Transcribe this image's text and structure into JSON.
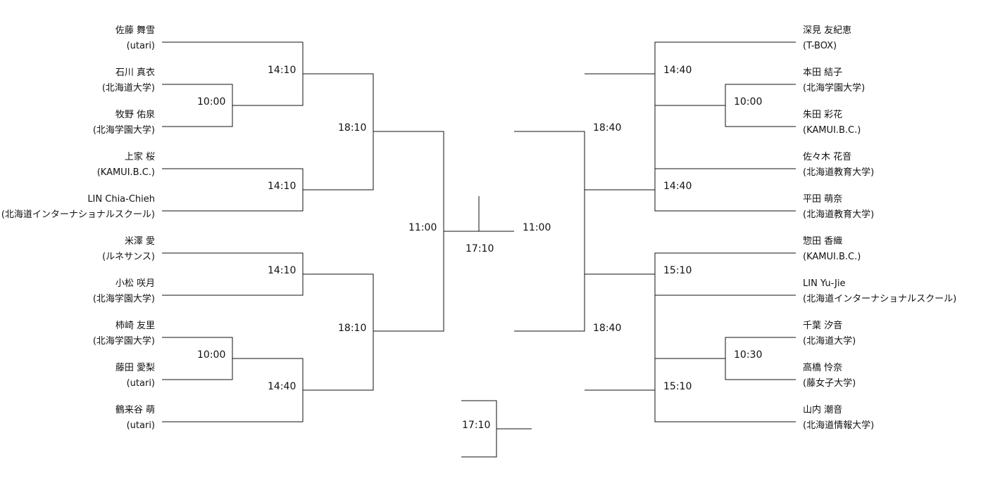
{
  "left_players": [
    {
      "name": "佐藤 舞雪",
      "affiliation": "(utari)"
    },
    {
      "name": "石川 真衣",
      "affiliation": "(北海道大学)"
    },
    {
      "name": "牧野 佑泉",
      "affiliation": "(北海学園大学)"
    },
    {
      "name": "上家 桜",
      "affiliation": "(KAMUI.B.C.)"
    },
    {
      "name": "LIN Chia-Chieh",
      "affiliation": "(北海道インターナショナルスクール)"
    },
    {
      "name": "米澤 愛",
      "affiliation": "(ルネサンス)"
    },
    {
      "name": "小松 咲月",
      "affiliation": "(北海学園大学)"
    },
    {
      "name": "柿崎 友里",
      "affiliation": "(北海学園大学)"
    },
    {
      "name": "藤田 愛梨",
      "affiliation": "(utari)"
    },
    {
      "name": "鶴来谷 萌",
      "affiliation": "(utari)"
    }
  ],
  "right_players": [
    {
      "name": "深見 友紀恵",
      "affiliation": "(T-BOX)"
    },
    {
      "name": "本田 結子",
      "affiliation": "(北海学園大学)"
    },
    {
      "name": "朱田 彩花",
      "affiliation": "(KAMUI.B.C.)"
    },
    {
      "name": "佐々木 花音",
      "affiliation": "(北海道教育大学)"
    },
    {
      "name": "平田 萌奈",
      "affiliation": "(北海道教育大学)"
    },
    {
      "name": "惣田 香織",
      "affiliation": "(KAMUI.B.C.)"
    },
    {
      "name": "LIN Yu-Jie",
      "affiliation": "(北海道インターナショナルスクール)"
    },
    {
      "name": "千葉 汐音",
      "affiliation": "(北海道大学)"
    },
    {
      "name": "高橋 怜奈",
      "affiliation": "(藤女子大学)"
    },
    {
      "name": "山内 潮音",
      "affiliation": "(北海道情報大学)"
    }
  ],
  "match_times": {
    "left": [
      "10:00",
      "14:10",
      "14:10",
      "14:10",
      "10:00",
      "14:40",
      "18:10",
      "18:10",
      "11:00"
    ],
    "right": [
      "10:00",
      "14:40",
      "14:40",
      "15:10",
      "10:30",
      "15:10",
      "18:40",
      "18:40",
      "11:00"
    ],
    "final": "17:10",
    "third_place": "17:10"
  }
}
